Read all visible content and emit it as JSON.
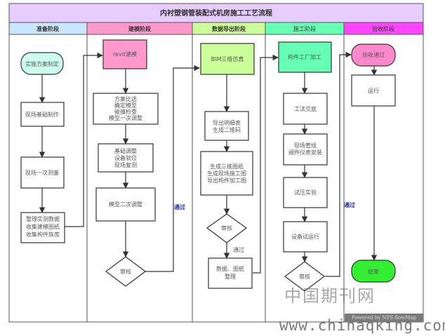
{
  "title": "内衬塑钢管装配式机房施工工艺流程",
  "lanes": [
    {
      "label": "准备阶段",
      "color": "#cce5ff"
    },
    {
      "label": "建模阶段",
      "color": "#ff99cc"
    },
    {
      "label": "数据导出阶段",
      "color": "#ccff99"
    },
    {
      "label": "施工阶段",
      "color": "#66ffb3"
    },
    {
      "label": "验收阶段",
      "color": "#ff44ff"
    }
  ],
  "nodes": {
    "prep_start": {
      "lines": [
        "实施方案制定"
      ],
      "shape": "terminal",
      "fill": "#ccffee"
    },
    "prep_base": {
      "lines": [
        "现场基础制作"
      ]
    },
    "prep_measure": {
      "lines": [
        "现场一次测量"
      ]
    },
    "prep_organize": {
      "lines": [
        "整理实测数据",
        "收集建模图纸",
        "收集构件族库"
      ]
    },
    "model_revit": {
      "lines": [
        "revit建模"
      ],
      "fill": "#ff99cc"
    },
    "model_compare": {
      "lines": [
        "方案比选",
        "确定模型",
        "碰撞检查",
        "模型一次调整"
      ]
    },
    "model_adjust": {
      "lines": [
        "基础调整",
        "设备就位",
        "现场复测"
      ]
    },
    "model_second": {
      "lines": [
        "模型二次调整"
      ]
    },
    "model_review": {
      "lines": [
        "审核"
      ],
      "shape": "diamond"
    },
    "data_bim": {
      "lines": [
        "BIM三维仿真"
      ],
      "fill": "#ccff99"
    },
    "data_export": {
      "lines": [
        "导出明细表",
        "生成二维码"
      ]
    },
    "data_drawings": {
      "lines": [
        "生成三维图纸",
        "生成现场施工图",
        "导出构件加工图"
      ]
    },
    "data_review": {
      "lines": [
        "审核"
      ],
      "shape": "diamond"
    },
    "data_organize": {
      "lines": [
        "数据、图纸",
        "整理"
      ]
    },
    "con_factory": {
      "lines": [
        "构件工厂加工"
      ],
      "fill": "#66ffb3"
    },
    "con_brief": {
      "lines": [
        "工法交底"
      ]
    },
    "con_install": {
      "lines": [
        "现场管线",
        "阀件仪表安装"
      ]
    },
    "con_pressure": {
      "lines": [
        "试压实验"
      ]
    },
    "con_trial": {
      "lines": [
        "设备试运行"
      ]
    },
    "con_review": {
      "lines": [
        "审核"
      ],
      "shape": "diamond"
    },
    "acc_pass": {
      "lines": [
        "验收通过"
      ],
      "shape": "terminal",
      "fill": "#ff88cc"
    },
    "acc_run": {
      "lines": [
        "运行"
      ]
    },
    "acc_end": {
      "lines": [
        "结束"
      ],
      "shape": "terminal",
      "fill": "#33ee33"
    }
  },
  "edge_labels": {
    "model_pass": "通过",
    "data_pass": "通过",
    "con_pass": "通过"
  },
  "footer": {
    "powered_by": "Powered by NPS flowMap"
  },
  "watermark": {
    "cn": "中国期刊网",
    "url": "www.chinaqking.com"
  }
}
